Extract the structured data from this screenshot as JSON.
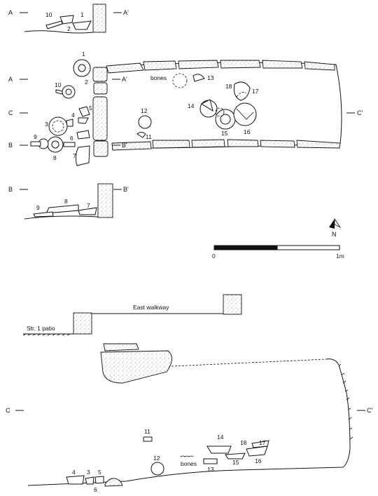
{
  "sections": {
    "aa": {
      "left": "A",
      "right": "A'"
    },
    "bb": {
      "left": "B",
      "right": "B'"
    },
    "cc": {
      "left": "C",
      "right": "C'"
    }
  },
  "plan": {
    "bones": "bones",
    "items": [
      "1",
      "2",
      "3",
      "4",
      "5",
      "6",
      "7",
      "8",
      "9",
      "10",
      "11",
      "12",
      "13",
      "14",
      "15",
      "16",
      "17",
      "18"
    ]
  },
  "section_aa_items": [
    "10",
    "1",
    "2"
  ],
  "section_bb_items": [
    "9",
    "8",
    "7"
  ],
  "north": "N",
  "scale": {
    "start": "0",
    "end": "1m"
  },
  "profile": {
    "east_walkway": "East walkway",
    "patio": "Str. 1 patio"
  },
  "profile_cc": {
    "bones": "bones",
    "items": [
      "11",
      "14",
      "18",
      "17",
      "12",
      "15",
      "16",
      "13",
      "4",
      "3",
      "5",
      "6"
    ]
  }
}
